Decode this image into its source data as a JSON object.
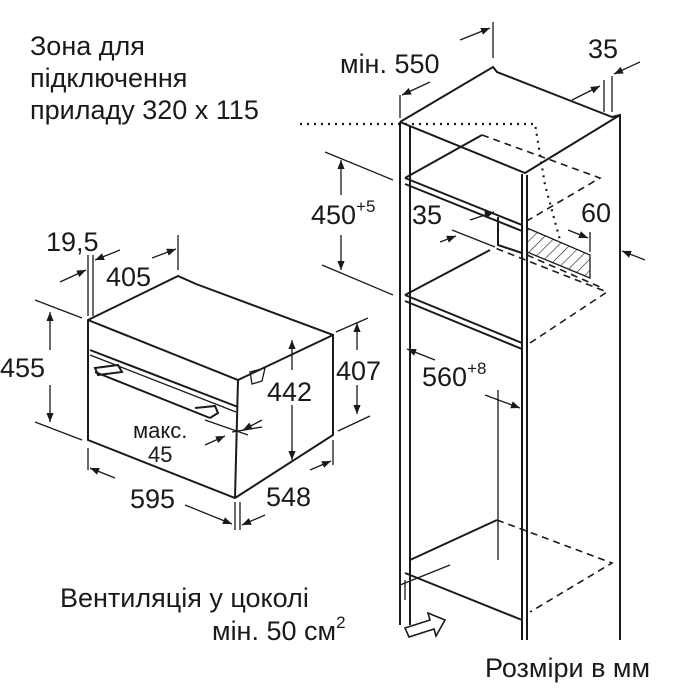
{
  "connection_zone": {
    "line1": "Зона для",
    "line2": "підключення",
    "line3": "приладу 320 x 115"
  },
  "cabinet": {
    "depth_min": "мін. 550",
    "rear_gap": "35",
    "niche_height": "450",
    "niche_height_tol": "+5",
    "shelf_gap": "35",
    "hatched_depth": "60",
    "niche_width": "560",
    "niche_width_tol": "+8"
  },
  "oven": {
    "front_thickness": "19,5",
    "top_depth": "405",
    "front_height": "455",
    "body_height": "442",
    "rear_height": "407",
    "handle_label": "макс.",
    "handle_value": "45",
    "width": "595",
    "depth": "548"
  },
  "ventilation": {
    "line1": "Вентиляція у цоколі",
    "line2": "мін. 50 см",
    "line2_sup": "2"
  },
  "units_note": "Розміри в мм"
}
